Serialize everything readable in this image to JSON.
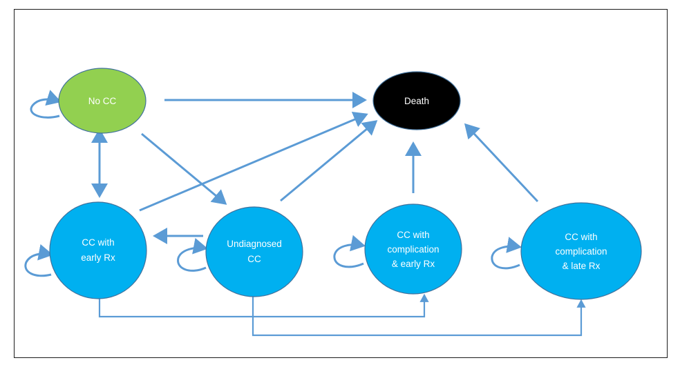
{
  "colors": {
    "edge": "#5b9bd5",
    "healthy": "#92d050",
    "disease": "#00b0f0",
    "death": "#000000",
    "node_border": "#41719c"
  },
  "nodes": {
    "no_cc": {
      "label": [
        "No CC"
      ]
    },
    "death": {
      "label": [
        "Death"
      ]
    },
    "cc_early": {
      "label": [
        "CC with",
        "early Rx"
      ]
    },
    "undiagnosed": {
      "label": [
        "Undiagnosed",
        "CC"
      ]
    },
    "cc_comp_early": {
      "label": [
        "CC with",
        "complication",
        "& early Rx"
      ]
    },
    "cc_comp_late": {
      "label": [
        "CC with",
        "complication",
        "& late Rx"
      ]
    }
  },
  "edges": [
    {
      "from": "no_cc",
      "to": "death"
    },
    {
      "from": "no_cc",
      "to": "undiagnosed"
    },
    {
      "from": "no_cc",
      "to": "cc_early",
      "bidirectional": true
    },
    {
      "from": "cc_early",
      "to": "death"
    },
    {
      "from": "undiagnosed",
      "to": "death"
    },
    {
      "from": "undiagnosed",
      "to": "cc_early"
    },
    {
      "from": "cc_comp_early",
      "to": "death"
    },
    {
      "from": "cc_comp_late",
      "to": "death"
    },
    {
      "from": "cc_early",
      "to": "cc_comp_early"
    },
    {
      "from": "undiagnosed",
      "to": "cc_comp_late"
    }
  ],
  "self_loops": [
    "no_cc",
    "cc_early",
    "undiagnosed",
    "cc_comp_early",
    "cc_comp_late"
  ]
}
